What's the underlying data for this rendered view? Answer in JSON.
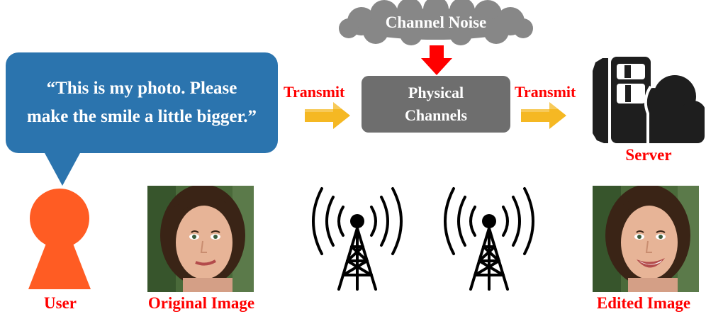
{
  "colors": {
    "bubble_blue": "#2B74AE",
    "cloud_gray": "#878787",
    "channel_gray": "#6E6E6E",
    "arrow_red": "#FF0000",
    "arrow_yellow": "#F5B823",
    "user_orange": "#FF5C23",
    "label_red": "#FF0000",
    "icon_dark": "#1E1E1E"
  },
  "bubble": {
    "line1": "“This is my photo. Please",
    "line2": "make the smile a little bigger.”"
  },
  "noise": {
    "label": "Channel Noise"
  },
  "channels": {
    "line1": "Physical",
    "line2": "Channels"
  },
  "transmit": {
    "left": "Transmit",
    "right": "Transmit"
  },
  "server": {
    "label": "Server",
    "icon": "server-cloud-icon"
  },
  "user": {
    "label": "User",
    "icon": "user-keyhole-icon"
  },
  "images": {
    "original_label": "Original Image",
    "edited_label": "Edited Image",
    "original_expression": "slight smile",
    "edited_expression": "big smile"
  },
  "towers": [
    "radio-tower-icon",
    "radio-tower-icon"
  ]
}
